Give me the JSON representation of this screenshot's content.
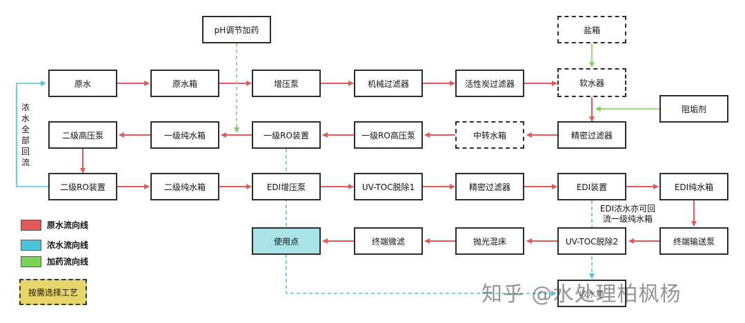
{
  "nodes": {
    "ph_dosing": "pH调节加药",
    "salt_box": "盐箱",
    "raw_water": "原水",
    "raw_tank": "原水箱",
    "booster_pump": "增压泵",
    "mech_filter": "机械过滤器",
    "carbon_filter": "活性炭过滤器",
    "softener": "软水器",
    "antiscalant": "阻垢剂",
    "precision_filter_1": "精密过滤器",
    "transfer_tank": "中转水箱",
    "ro1_hp_pump": "一级RO高压泵",
    "ro1_unit": "一级RO装置",
    "ro1_pure_tank": "一级纯水箱",
    "ro2_hp_pump": "二级高压泵",
    "ro2_unit": "二级RO装置",
    "ro2_pure_tank": "二级纯水箱",
    "edi_booster": "EDI增压泵",
    "uv_toc_1": "UV-TOC脱除1",
    "precision_filter_2": "精密过滤器",
    "edi_unit": "EDI装置",
    "edi_pure_tank": "EDI纯水箱",
    "terminal_pump": "终端输送泵",
    "uv_toc_2": "UV-TOC脱除2",
    "polishing_bed": "抛光混床",
    "terminal_filter": "终端微滤",
    "point_of_use": "使用点",
    "bottom_box": "收水箱"
  },
  "annotations": {
    "recycle_vertical": [
      "浓",
      "水",
      "全",
      "部",
      "回",
      "流"
    ],
    "edi_note_line1": "EDI浓水亦可回",
    "edi_note_line2": "流一级纯水箱"
  },
  "legend": {
    "raw_line": "原水流向线",
    "concentrate_line": "浓水流向线",
    "dosing_line": "加药流向线",
    "optional_process": "按需选择工艺"
  },
  "watermark": "知乎 @水处理柏枫杨",
  "colors": {
    "raw_flow": "#e05a5a",
    "concentrate_flow": "#4cc4dc",
    "dosing_flow": "#7cd35a",
    "use_point_fill": "#a8e3e7",
    "optional_fill": "#e6d56a"
  }
}
